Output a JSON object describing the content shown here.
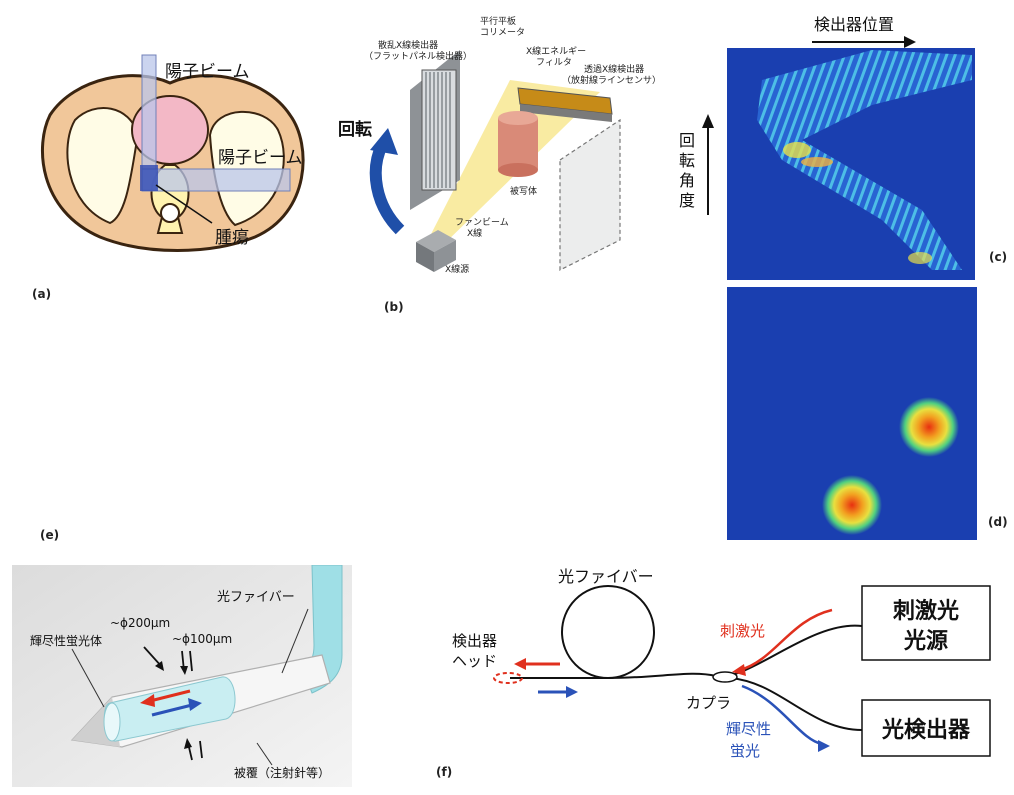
{
  "panel_a": {
    "label": "(a)",
    "beam1": "陽子ビーム",
    "beam2": "陽子ビーム",
    "tumor": "腫瘍"
  },
  "panel_b": {
    "label": "(b)",
    "rotation": "回転",
    "scatter_detector_line1": "散乱X線検出器",
    "scatter_detector_line2": "（フラットパネル検出器）",
    "collimator_line1": "平行平板",
    "collimator_line2": "コリメータ",
    "filter_line1": "X線エネルギー",
    "filter_line2": "フィルタ",
    "transmission_detector_line1": "透過X線検出器",
    "transmission_detector_line2": "（放射線ラインセンサ）",
    "subject": "被写体",
    "fan_beam_line1": "ファンビーム",
    "fan_beam_line2": "X線",
    "xray_source": "X線源"
  },
  "panel_c": {
    "label": "(c)",
    "x_axis": "検出器位置",
    "y_axis": [
      "回",
      "転",
      "角",
      "度"
    ]
  },
  "panel_d": {
    "label": "(d)"
  },
  "panel_e": {
    "label": "(e)",
    "fiber": "光ファイバー",
    "dia200": "~ϕ200μm",
    "dia100": "~ϕ100μm",
    "phosphor": "輝尽性蛍光体",
    "coating": "被覆（注射針等）"
  },
  "panel_f": {
    "label": "(f)",
    "fiber": "光ファイバー",
    "stimulus_light": "刺激光",
    "stimulus_source_line1": "刺激光",
    "stimulus_source_line2": "光源",
    "detector_head_line1": "検出器",
    "detector_head_line2": "ヘッド",
    "coupler": "カプラ",
    "psl_line1": "輝尽性",
    "psl_line2": "蛍光",
    "photodetector": "光検出器"
  },
  "colors": {
    "body_orange": "#f1c79a",
    "outline": "#3a2410",
    "lung": "#fffce6",
    "tumor_pink": "#f3b8c6",
    "beam_blue": "#9aa9d8",
    "heatmap_bg": "#1a3fb0",
    "arrow_red": "#e0301e",
    "arrow_blue": "#2a52b8",
    "fiber_cyan": "#9fdfe6"
  }
}
